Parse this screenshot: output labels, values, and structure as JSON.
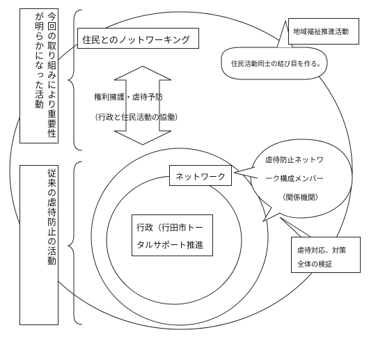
{
  "left_labels": {
    "top": "今回の取り組みにより重要性が明らかになった活動",
    "bottom": "従来の虐待防止の活動"
  },
  "boxes": {
    "residents_network": "住民とのノットワーキング",
    "network": "ネットワーク",
    "admin_line1": "行政（行田市トー",
    "admin_line2": "タルサポート推進",
    "community_welfare": "地域福祉推進活動"
  },
  "arrow_text": {
    "line1": "権利擁護・虐待予防",
    "line2": "（行政と住民活動の協働）"
  },
  "callouts": {
    "residents_connection": "住民活動同士の結び目を作る。",
    "members_line1": "虐待防止ネットワ",
    "members_line2": "ーク構成メンバー",
    "members_line3": "（関係機関）",
    "verify_line1": "虐待対応、対策",
    "verify_line2": "全体の検証"
  }
}
